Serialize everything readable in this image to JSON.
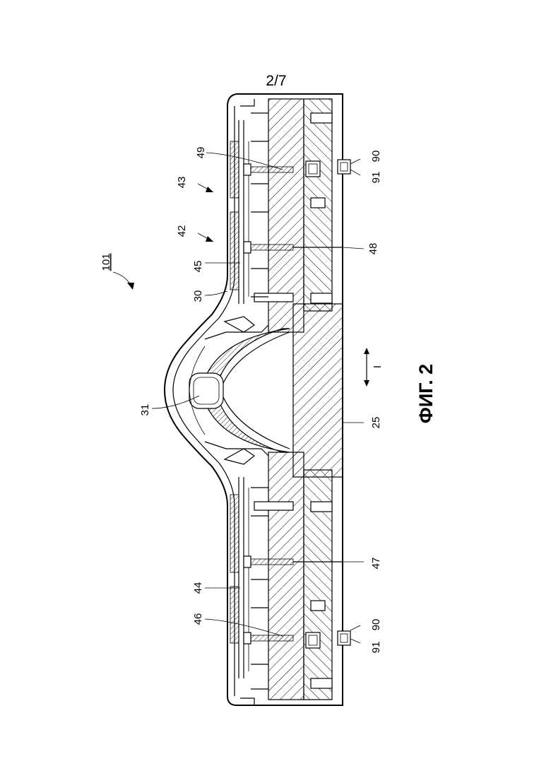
{
  "sheet": "2/7",
  "figure_caption": "ФИГ. 2",
  "assembly_ref": "101",
  "direction_label": "I",
  "refs": {
    "r49": "49",
    "r90_top": "90",
    "r91_top": "91",
    "r43": "43",
    "r42": "42",
    "r45": "45",
    "r48": "48",
    "r30": "30",
    "r31": "31",
    "r25": "25",
    "r47": "47",
    "r44": "44",
    "r46": "46",
    "r90_bot": "90",
    "r91_bot": "91"
  }
}
